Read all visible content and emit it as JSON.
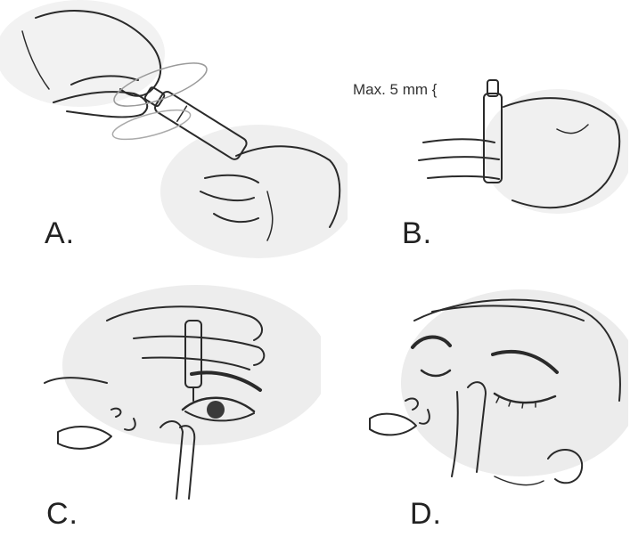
{
  "panels": [
    {
      "id": "a",
      "label": "A.",
      "depicts": "twist-off-vial-tip"
    },
    {
      "id": "b",
      "label": "B.",
      "depicts": "vial-held-upright",
      "annotation": "Max. 5 mm {"
    },
    {
      "id": "c",
      "label": "C.",
      "depicts": "instill-drop-into-eye"
    },
    {
      "id": "d",
      "label": "D.",
      "depicts": "press-inner-eye-corner"
    }
  ],
  "colors": {
    "ink": "#2a2a2a",
    "shade": "#e8e8e8",
    "vial": "#d9d9d9"
  }
}
